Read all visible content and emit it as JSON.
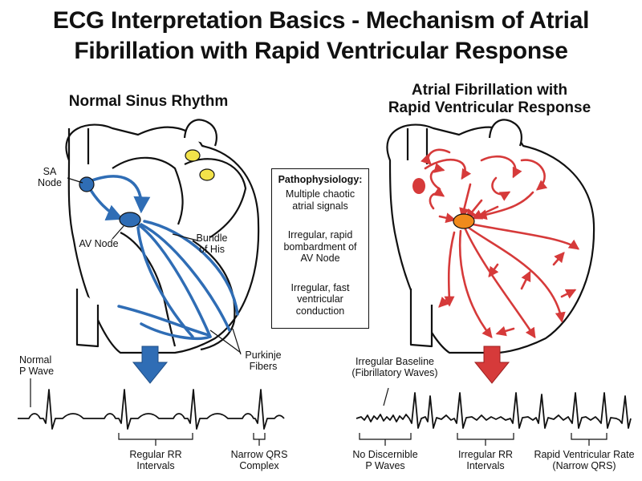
{
  "title": {
    "line1": "ECG Interpretation Basics - Mechanism of Atrial",
    "line2": "Fibrillation with Rapid Ventricular Response"
  },
  "left_panel": {
    "heading": "Normal Sinus Rhythm",
    "labels": {
      "sa_node": "SA\nNode",
      "av_node": "AV Node",
      "bundle_of_his": "Bundle\nof His",
      "purkinje_fibers": "Purkinje\nFibers",
      "normal_p_wave": "Normal\nP Wave",
      "regular_rr": "Regular RR\nIntervals",
      "narrow_qrs": "Narrow QRS\nComplex"
    }
  },
  "center_box": {
    "heading": "Pathophysiology:",
    "step1": "Multiple chaotic\natrial signals",
    "step2": "Irregular, rapid\nbombardment of\nAV Node",
    "step3": "Irregular, fast\nventricular\nconduction"
  },
  "right_panel": {
    "heading": "Atrial Fibrillation with\nRapid Ventricular Response",
    "labels": {
      "irregular_baseline": "Irregular Baseline\n(Fibrillatory Waves)",
      "no_p_waves": "No Discernible\nP Waves",
      "irregular_rr": "Irregular RR\nIntervals",
      "rapid_rate": "Rapid Ventricular Rate\n(Narrow QRS)"
    }
  },
  "colors": {
    "conduction_normal": "#2f6db5",
    "conduction_afib": "#d63a3a",
    "av_node_afib": "#f08a1c",
    "valve": "#f2e24a"
  }
}
